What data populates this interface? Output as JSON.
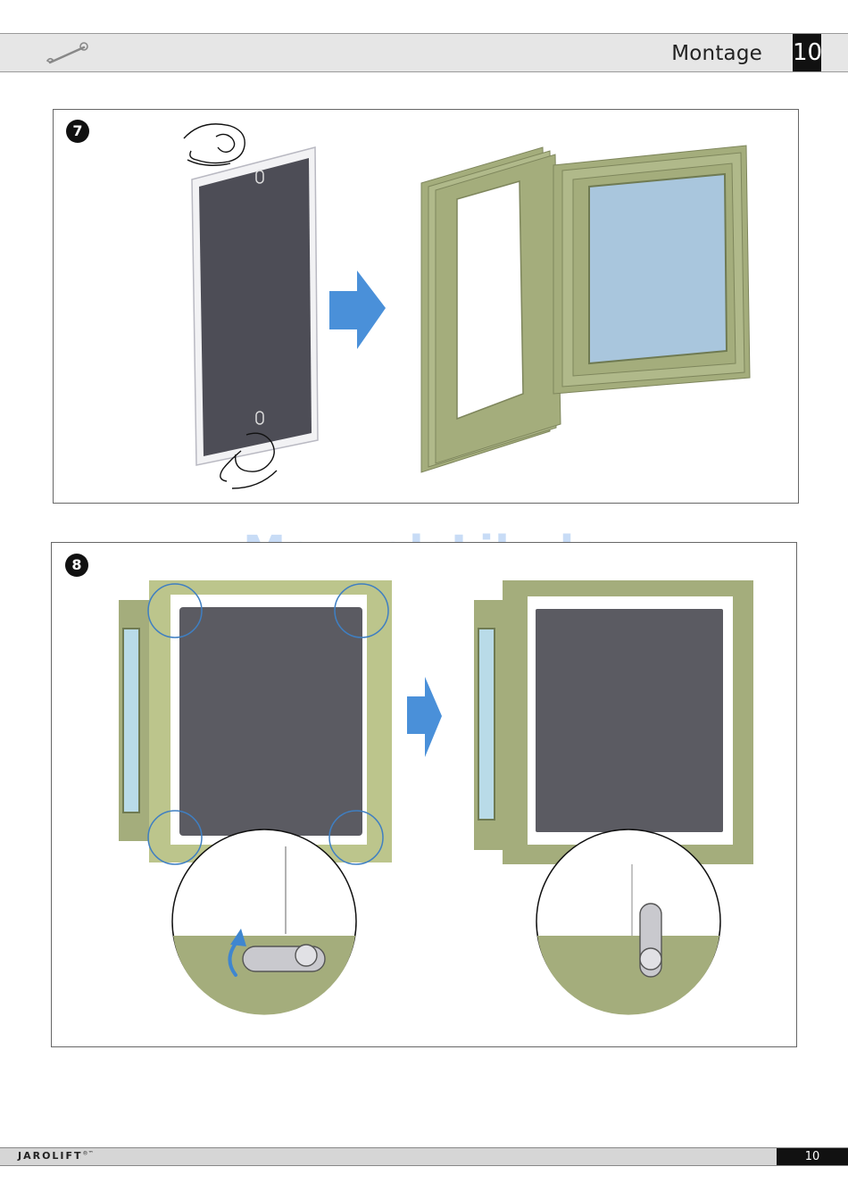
{
  "header": {
    "title": "Montage",
    "page_number": "10",
    "icon": "wrench-icon"
  },
  "steps": [
    {
      "number": "7"
    },
    {
      "number": "8"
    }
  ],
  "watermark": "ManualsLib.de",
  "footer": {
    "brand": "JAROLIFT",
    "brand_mark": "®™",
    "page_number": "10"
  },
  "colors": {
    "frame_green": "#a4ad7c",
    "arrow_blue": "#4a90d9",
    "mesh_gray": "#5b5b62",
    "glass_blue": "#a9c6dd",
    "highlight_circle": "#3f7fc2"
  }
}
